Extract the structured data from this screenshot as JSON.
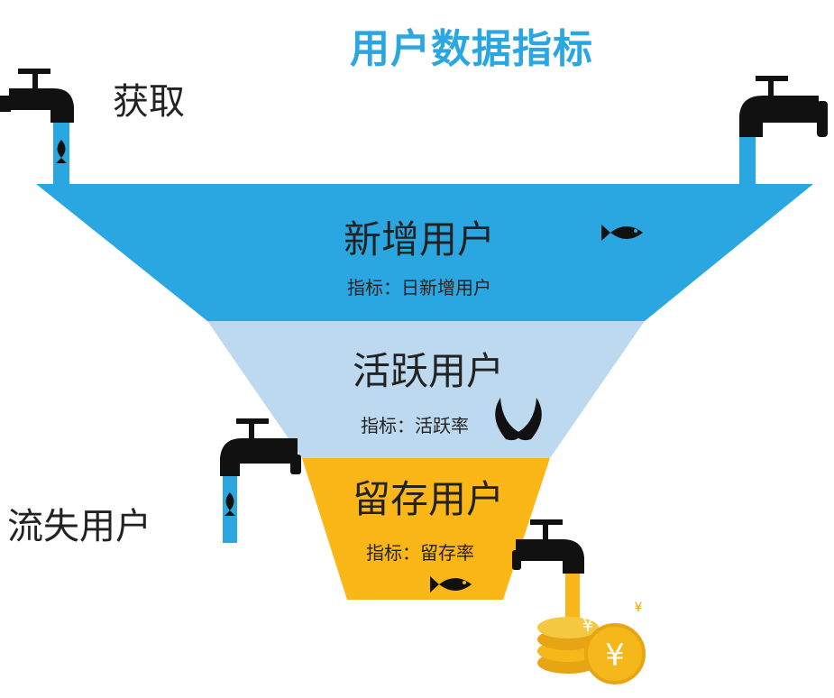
{
  "title": "用户数据指标",
  "labels": {
    "acquire": "获取",
    "churn": "流失用户"
  },
  "tiers": [
    {
      "name": "新增用户",
      "metric": "指标：日新增用户",
      "color": "#2aa7e0"
    },
    {
      "name": "活跃用户",
      "metric": "指标：活跃率",
      "color": "#bcd9ef"
    },
    {
      "name": "留存用户",
      "metric": "指标：留存率",
      "color": "#fbb717"
    }
  ],
  "colors": {
    "title": "#2aa7e0",
    "faucet": "#111111",
    "coin": "#f5b81a"
  }
}
